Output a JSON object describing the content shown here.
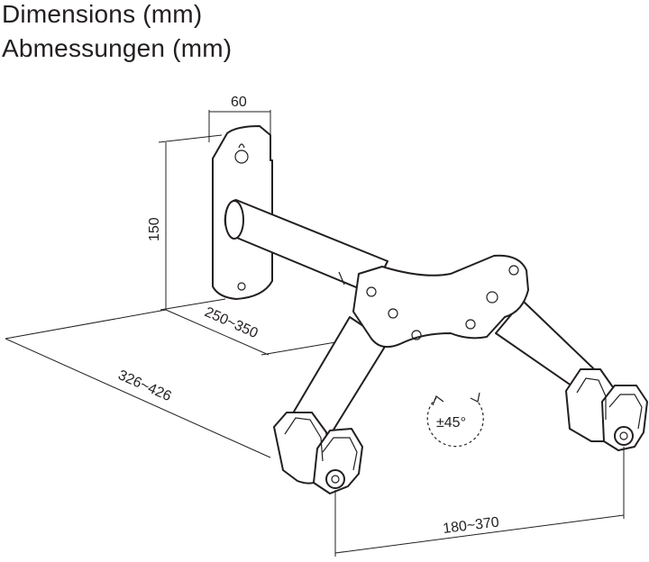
{
  "header": {
    "title_en": "Dimensions (mm)",
    "title_de": "Abmessungen (mm)"
  },
  "dimensions": {
    "plate_width": "60",
    "plate_height": "150",
    "arm_length": "250~350",
    "total_depth": "326~426",
    "hook_spacing": "180~370",
    "rotation": "±45°"
  }
}
